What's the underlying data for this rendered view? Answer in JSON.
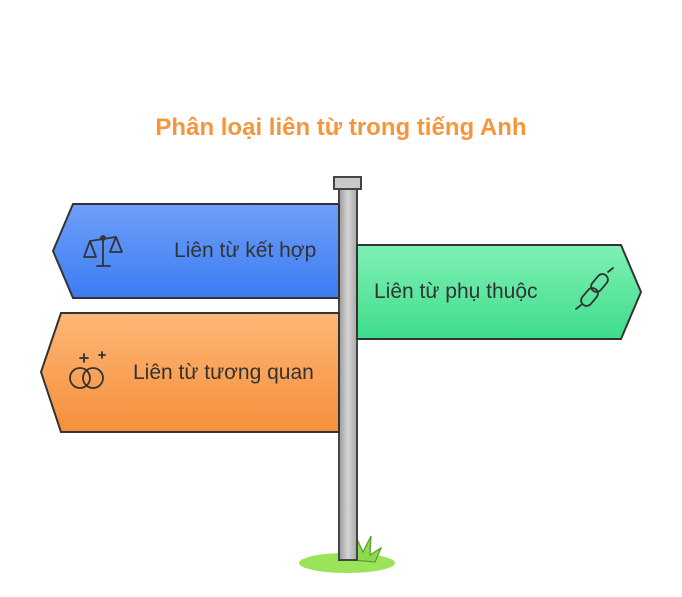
{
  "title": "Phân loại liên từ trong tiếng Anh",
  "signs": [
    {
      "label": "Liên từ kết hợp",
      "icon": "balance-scale-icon",
      "color": "#4f8cf7"
    },
    {
      "label": "Liên từ phụ thuộc",
      "icon": "chain-link-icon",
      "color": "#5be39a"
    },
    {
      "label": "Liên từ tương quan",
      "icon": "rings-icon",
      "color": "#f99a46"
    }
  ]
}
